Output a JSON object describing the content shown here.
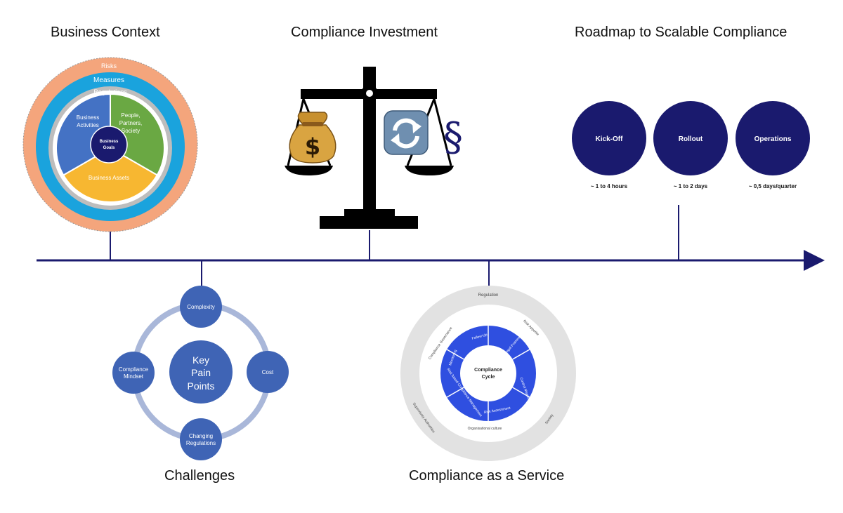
{
  "titles": {
    "business_context": "Business Context",
    "compliance_investment": "Compliance Investment",
    "roadmap": "Roadmap to Scalable Compliance",
    "challenges": "Challenges",
    "caas": "Compliance as a Service"
  },
  "business_context": {
    "ring_outer": "Risks",
    "ring_2": "Measures",
    "ring_3": "Regulations",
    "seg_activities_1": "Business",
    "seg_activities_2": "Activities",
    "seg_people_1": "People,",
    "seg_people_2": "Partners,",
    "seg_people_3": "Society",
    "seg_assets": "Business Assets",
    "center_1": "Business",
    "center_2": "Goals",
    "colors": {
      "risks": "#f4a57c",
      "measures": "#1aa3dd",
      "regulations": "#bdbdbd",
      "activities": "#4472c4",
      "people": "#6aa843",
      "assets": "#f7b731",
      "goals": "#1a1a6e"
    }
  },
  "investment": {
    "left_icon": "money-bag-icon",
    "right_icon": "refresh-icon",
    "paragraph_symbol": "§"
  },
  "roadmap": {
    "steps": [
      {
        "label": "Kick-Off",
        "duration": "~ 1 to 4 hours"
      },
      {
        "label": "Rollout",
        "duration": "~ 1 to 2 days"
      },
      {
        "label": "Operations",
        "duration": "~ 0,5 days/quarter"
      }
    ],
    "color": "#1a1a6e"
  },
  "challenges": {
    "center_1": "Key",
    "center_2": "Pain",
    "center_3": "Points",
    "top": "Complexity",
    "right": "Cost",
    "left_1": "Compliance",
    "left_2": "Mindset",
    "bottom_1": "Changing",
    "bottom_2": "Regulations",
    "color": "#3f64b5",
    "ring_color": "#a9b7d9"
  },
  "caas": {
    "outer_top": "Regulation",
    "outer_left": "Supervisory Authorities",
    "outer_right": "Society",
    "mid_left": "Compliance Governance",
    "mid_right": "Risk Appetite",
    "mid_bottom": "Organisational culture",
    "segments": [
      "Follow-Up",
      "Legal Framework",
      "Control Measures",
      "Risk Assessment",
      "Risk based Compliance Management",
      "Monitoring"
    ],
    "center_1": "Compliance",
    "center_2": "Cycle",
    "color": "#2f4fe0"
  }
}
